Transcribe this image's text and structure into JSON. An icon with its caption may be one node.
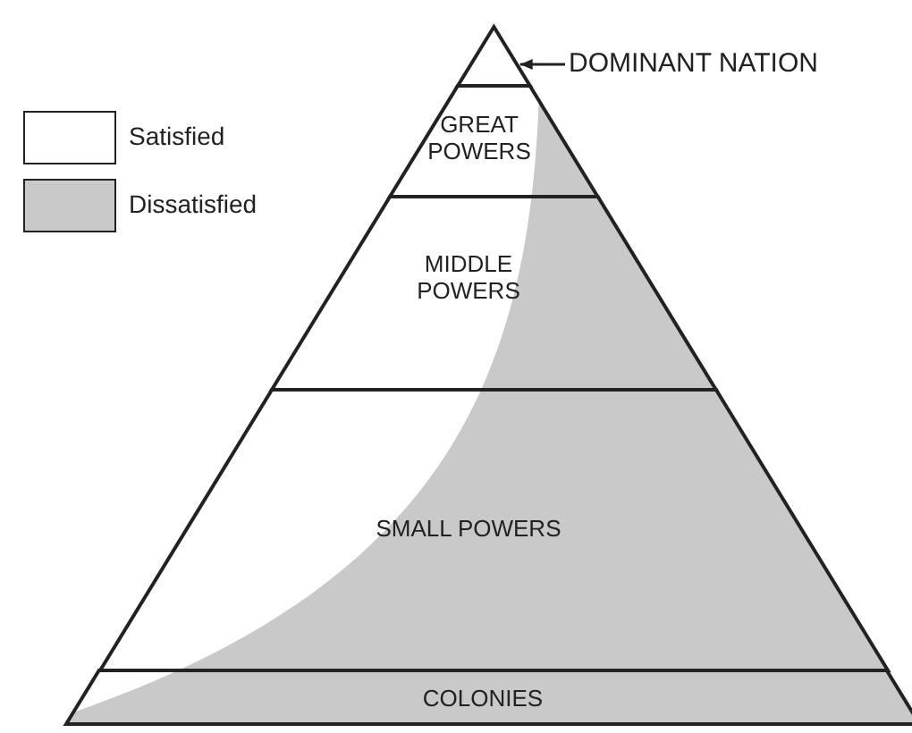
{
  "diagram": {
    "nodes": [
      {
        "text": [],
        "shape": "triangle"
      },
      {
        "text": [
          "DOMINANT NATION"
        ]
      },
      {
        "text": [
          "GREAT POWERS"
        ]
      },
      {
        "text": [
          "MIDDLE POWERS"
        ]
      },
      {
        "text": [
          "SMALL POWERS"
        ]
      },
      {
        "text": [
          "COLONIES"
        ]
      }
    ],
    "edges": [
      {
        "from": 1,
        "to": 0,
        "arrow": "to"
      }
    ],
    "legend": [
      {
        "text": "Satisfied",
        "color": "#ffffff"
      },
      {
        "text": "Dissatisfied",
        "color": "#c9c9c9"
      }
    ]
  }
}
